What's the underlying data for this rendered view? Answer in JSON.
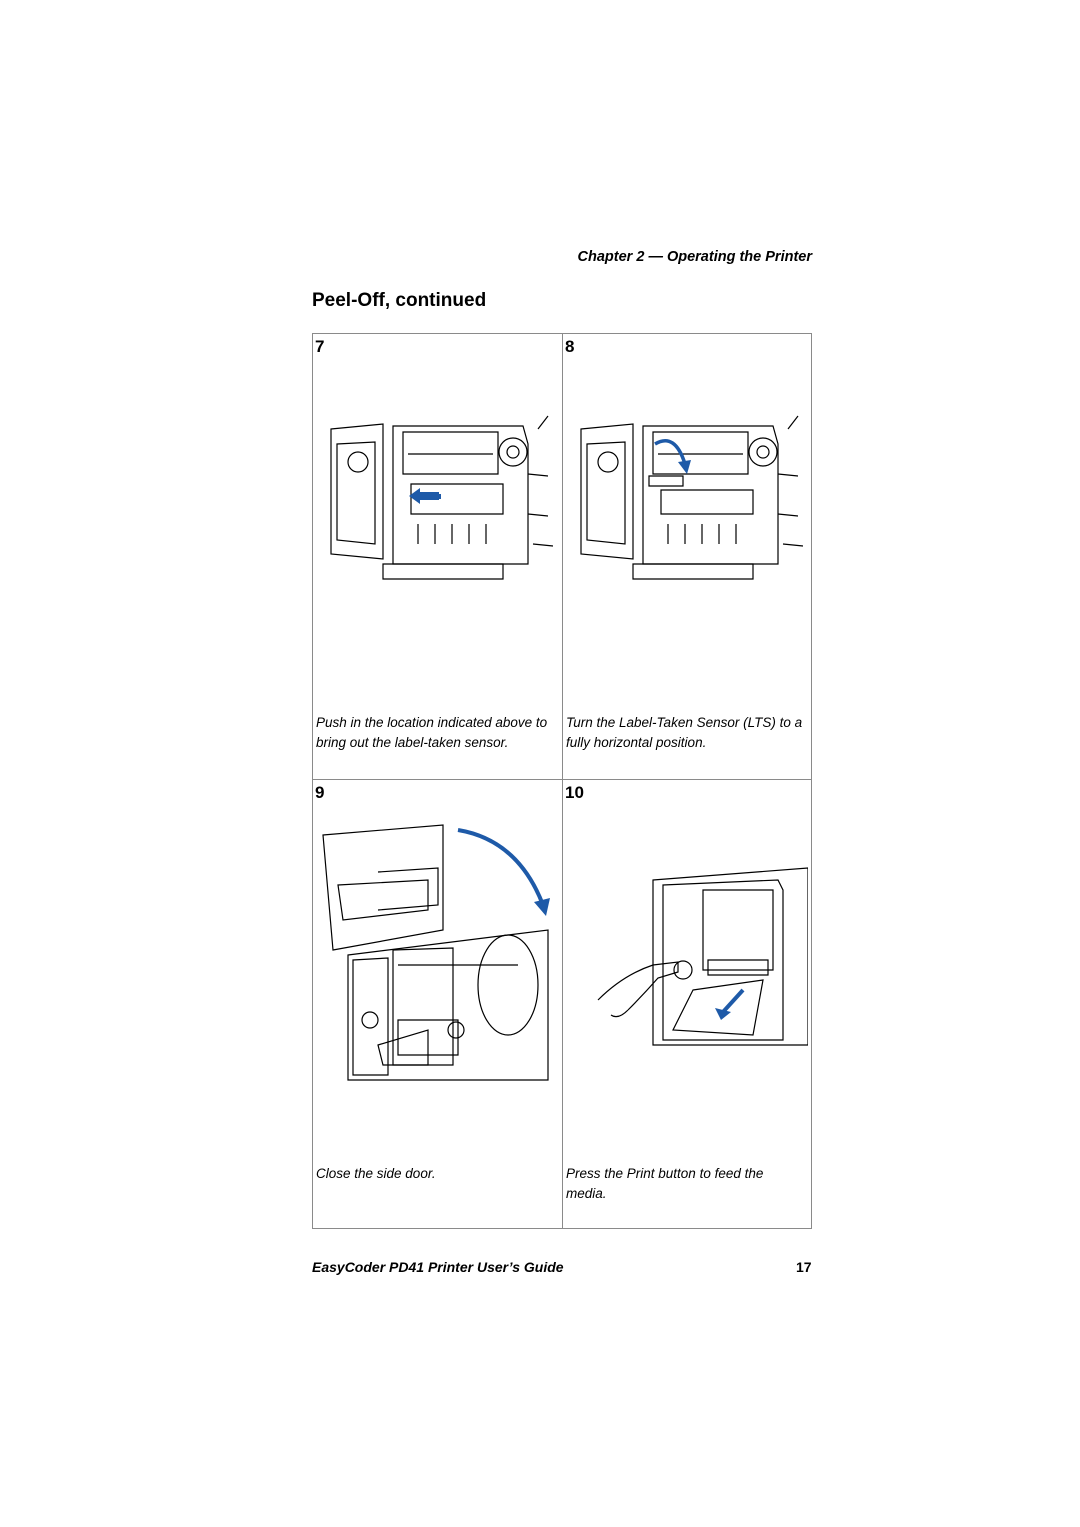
{
  "header": {
    "chapter": "Chapter 2 — Operating the Printer"
  },
  "section": {
    "title": "Peel-Off, continued"
  },
  "steps": [
    {
      "number": "7",
      "caption": "Push in the location indicated above to bring out the label-taken sensor."
    },
    {
      "number": "8",
      "caption": "Turn the Label-Taken Sensor (LTS) to a fully horizontal position."
    },
    {
      "number": "9",
      "caption": "Close the side door."
    },
    {
      "number": "10",
      "caption": "Press the Print button to feed the media."
    }
  ],
  "footer": {
    "title": "EasyCoder PD41 Printer User’s Guide",
    "page": "17"
  },
  "colors": {
    "arrow": "#1e5aa8",
    "line": "#000000",
    "border": "#8a8a8a"
  }
}
